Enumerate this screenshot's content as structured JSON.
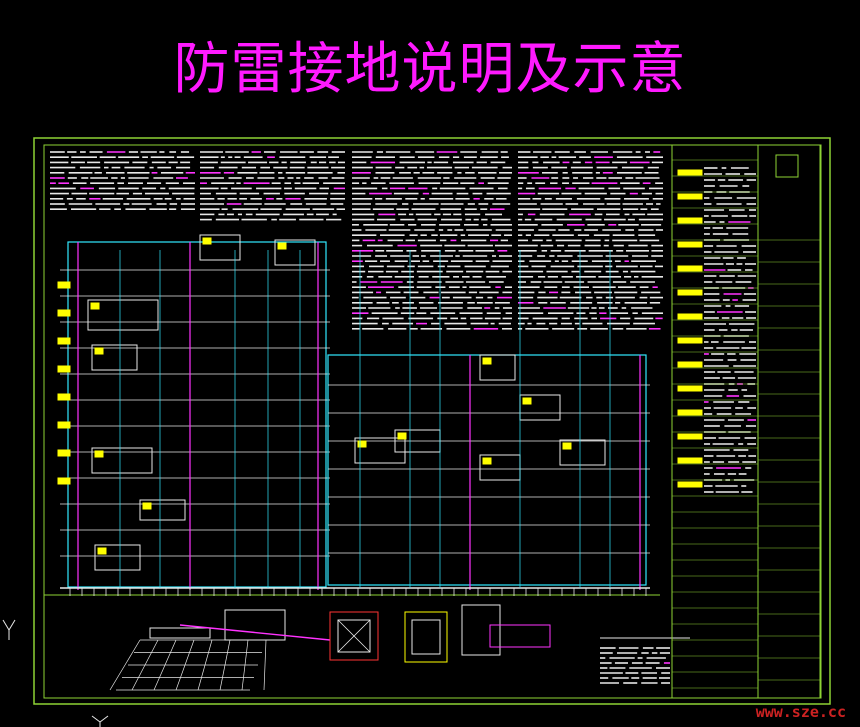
{
  "title": "防雷接地说明及示意",
  "watermark": "www.sze.cc",
  "colors": {
    "title": "#ff1aff",
    "frame": "#8ed334",
    "cyan": "#31e8ff",
    "magenta": "#ff33ff",
    "yellow": "#ffff00",
    "white": "#e8e8e8",
    "red": "#ff3333",
    "bg": "#000000"
  },
  "drawing": {
    "type": "cad-lightning-protection-grounding-sheet",
    "elements": [
      "outer-frame",
      "notes-text-blocks",
      "building-elevation-left",
      "building-elevation-right",
      "ground-grid",
      "detail-sketches",
      "title-block"
    ]
  }
}
